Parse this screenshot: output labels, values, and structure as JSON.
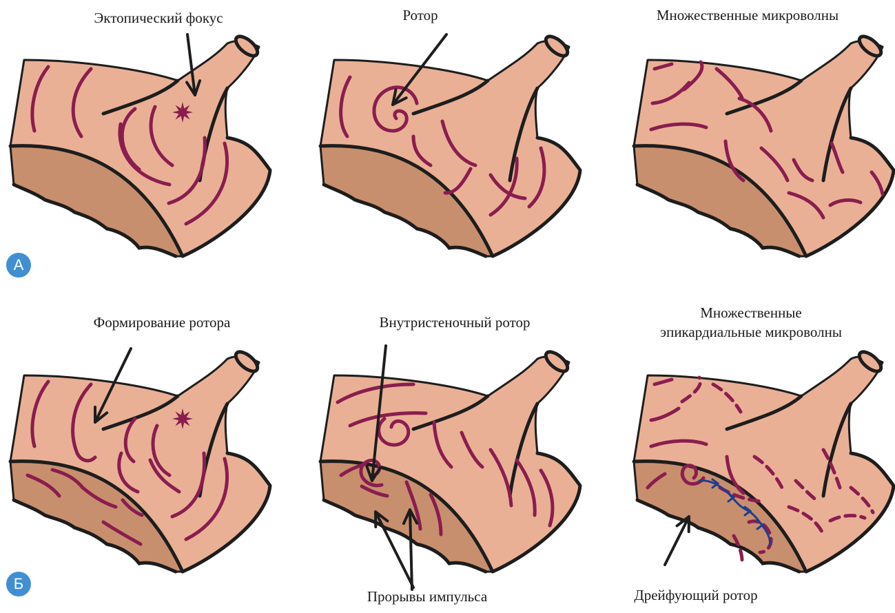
{
  "colors": {
    "tissue": "#e9b096",
    "tissue_dark": "#c88f6e",
    "outline": "#1d1d1d",
    "wave": "#8a1d4e",
    "drift_path": "#1f3f8f",
    "badge": "#3f8fd2"
  },
  "panel_a": {
    "badge": "А",
    "labels": {
      "ectopic_focus": "Эктопический фокус",
      "rotor": "Ротор",
      "multiple_microwaves": "Множественные микроволны"
    }
  },
  "panel_b": {
    "badge": "Б",
    "labels": {
      "rotor_formation": "Формирование ротора",
      "intramural_rotor": "Внутристеночный ротор",
      "multiple_epicardial_line1": "Множественные",
      "multiple_epicardial_line2": "эпикардиальные микроволны",
      "impulse_breakthroughs": "Прорывы импульса",
      "drifting_rotor": "Дрейфующий ротор"
    }
  }
}
